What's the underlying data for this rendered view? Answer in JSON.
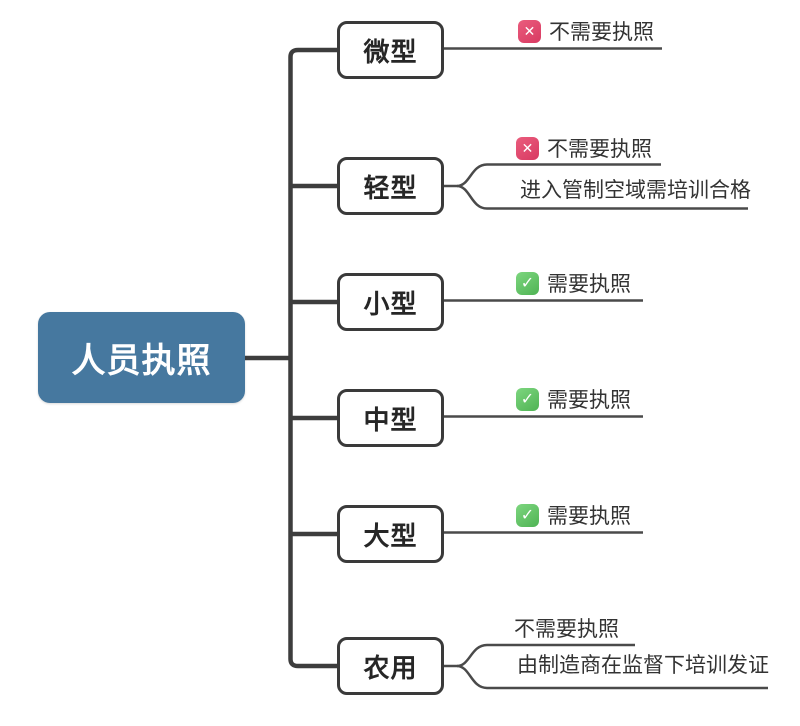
{
  "diagram": {
    "type": "mindmap",
    "root": {
      "label": "人员执照",
      "fill_color": "#46789f",
      "text_color": "#ffffff"
    },
    "nodes": [
      {
        "label": "微型",
        "branches": [
          {
            "icon": "cross-icon",
            "label": "不需要执照"
          }
        ]
      },
      {
        "label": "轻型",
        "branches": [
          {
            "icon": "cross-icon",
            "label": "不需要执照"
          },
          {
            "icon": null,
            "label": "进入管制空域需培训合格"
          }
        ]
      },
      {
        "label": "小型",
        "branches": [
          {
            "icon": "check-icon",
            "label": "需要执照"
          }
        ]
      },
      {
        "label": "中型",
        "branches": [
          {
            "icon": "check-icon",
            "label": "需要执照"
          }
        ]
      },
      {
        "label": "大型",
        "branches": [
          {
            "icon": "check-icon",
            "label": "需要执照"
          }
        ]
      },
      {
        "label": "农用",
        "branches": [
          {
            "icon": null,
            "label": "不需要执照"
          },
          {
            "icon": null,
            "label": "由制造商在监督下培训发证"
          }
        ]
      }
    ],
    "icons": {
      "cross": {
        "name": "cross-icon",
        "glyph": "✕",
        "color": "#dd3f66"
      },
      "check": {
        "name": "check-icon",
        "glyph": "✓",
        "color": "#57bb59"
      }
    },
    "colors": {
      "background": "#ffffff",
      "trunk_line": "#3d3d3d",
      "branch_line": "#4a4a4a",
      "node_border": "#3a3a3a",
      "node_text": "#262626",
      "branch_text": "#333333"
    }
  }
}
